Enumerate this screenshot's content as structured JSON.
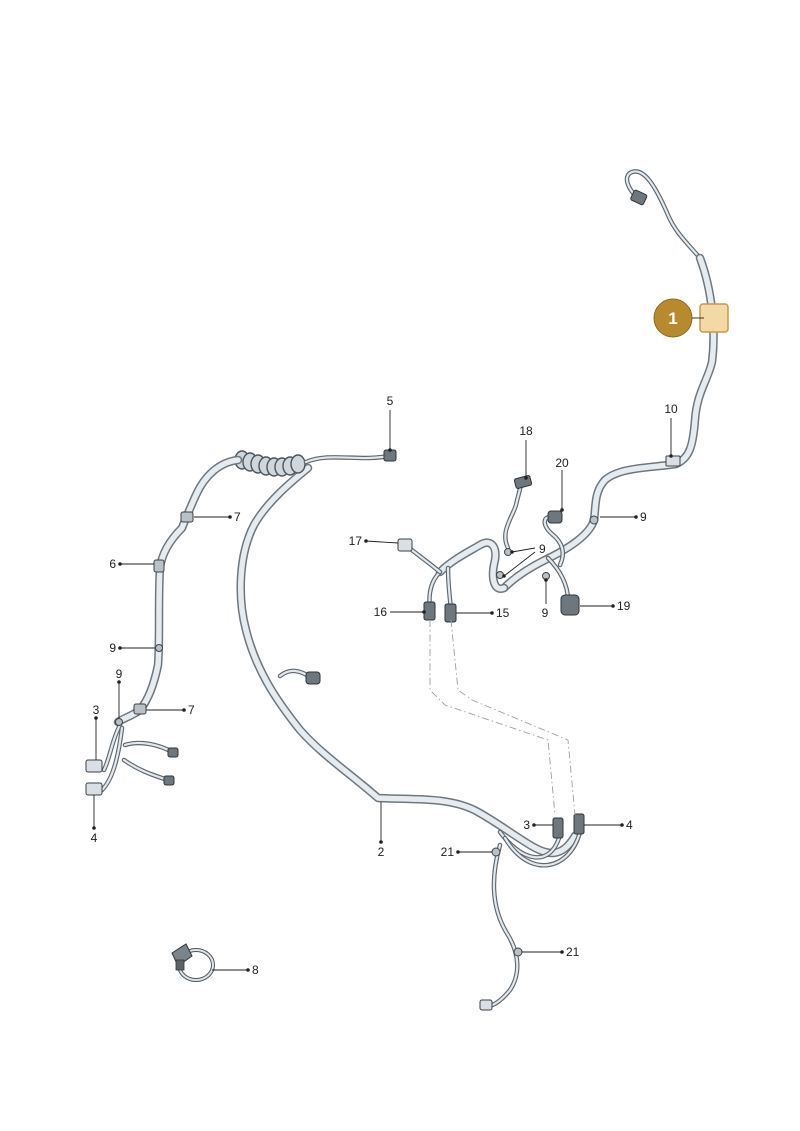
{
  "highlight": {
    "label": "1",
    "color": "#b88a2e",
    "tag_color": "#f3d9a6"
  },
  "callouts": {
    "c2": "2",
    "c3a": "3",
    "c3b": "3",
    "c4a": "4",
    "c4b": "4",
    "c5": "5",
    "c6": "6",
    "c7a": "7",
    "c7b": "7",
    "c8": "8",
    "c9a": "9",
    "c9b": "9",
    "c9c": "9",
    "c9d": "9",
    "c9e": "9",
    "c10": "10",
    "c15": "15",
    "c16": "16",
    "c17": "17",
    "c18": "18",
    "c19": "19",
    "c20": "20",
    "c21a": "21",
    "c21b": "21"
  },
  "colors": {
    "harness": "#6d7780",
    "harness_fill": "#e6ebef",
    "leader": "#222222"
  }
}
